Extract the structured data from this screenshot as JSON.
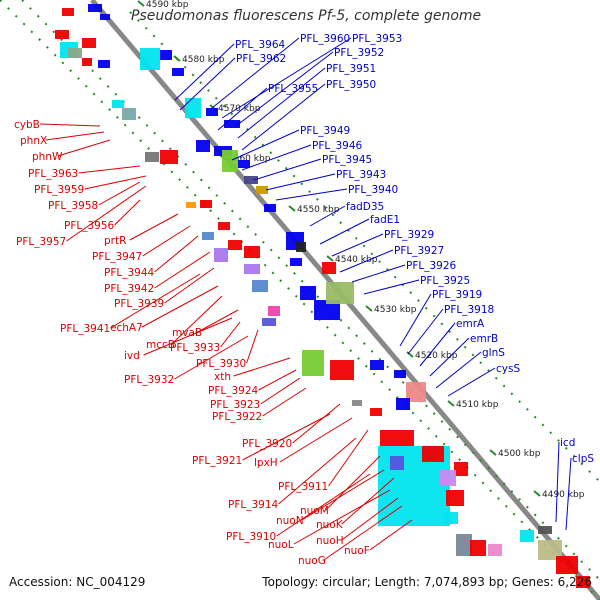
{
  "title": "Pseudomonas fluorescens Pf-5, complete genome",
  "footer": {
    "accession_label": "Accession:",
    "accession": "NC_004129",
    "topology_label": "Topology:",
    "topology": "circular;",
    "length_label": "Length:",
    "length": "7,074,893 bp;",
    "genes_label": "Genes:",
    "genes": "6,226"
  },
  "colors": {
    "forward_label": "#0000cc",
    "reverse_label": "#dd0000",
    "backbone": "#888888",
    "tick_green": "#2a8a2a",
    "gene_blue": "#0000ee",
    "gene_red": "#ee0000",
    "gene_cyan": "#00e5ee"
  },
  "ticks": [
    "4590 kbp",
    "4580 kbp",
    "4570 kbp",
    "4560 kbp",
    "4550 kbp",
    "4540 kbp",
    "4530 kbp",
    "4520 kbp",
    "4510 kbp",
    "4500 kbp",
    "4490 kbp"
  ],
  "forward_genes": [
    "PFL_3964",
    "PFL_3962",
    "PFL_3960",
    "PFL_3953",
    "PFL_3952",
    "PFL_3951",
    "PFL_3955",
    "PFL_3950",
    "PFL_3949",
    "PFL_3946",
    "PFL_3945",
    "PFL_3943",
    "PFL_3940",
    "fadD35",
    "fadE1",
    "PFL_3929",
    "PFL_3927",
    "PFL_3926",
    "PFL_3925",
    "PFL_3919",
    "PFL_3918",
    "emrA",
    "emrB",
    "glnS",
    "cysS",
    "icd",
    "clpS"
  ],
  "reverse_genes": [
    "cybB",
    "phnX",
    "phnW",
    "PFL_3963",
    "PFL_3959",
    "PFL_3958",
    "PFL_3956",
    "PFL_3957",
    "prtR",
    "PFL_3947",
    "PFL_3944",
    "PFL_3942",
    "PFL_3939",
    "PFL_3941",
    "echA7",
    "mccB",
    "mvaB",
    "PFL_3933",
    "ivd",
    "PFL_3930",
    "PFL_3932",
    "xth",
    "PFL_3924",
    "PFL_3923",
    "PFL_3922",
    "PFL_3920",
    "PFL_3921",
    "lpxH",
    "PFL_3911",
    "PFL_3914",
    "nuoM",
    "PFL_3910",
    "nuoN",
    "nuoK",
    "nuoL",
    "nuoH",
    "nuoG",
    "nuoF"
  ]
}
